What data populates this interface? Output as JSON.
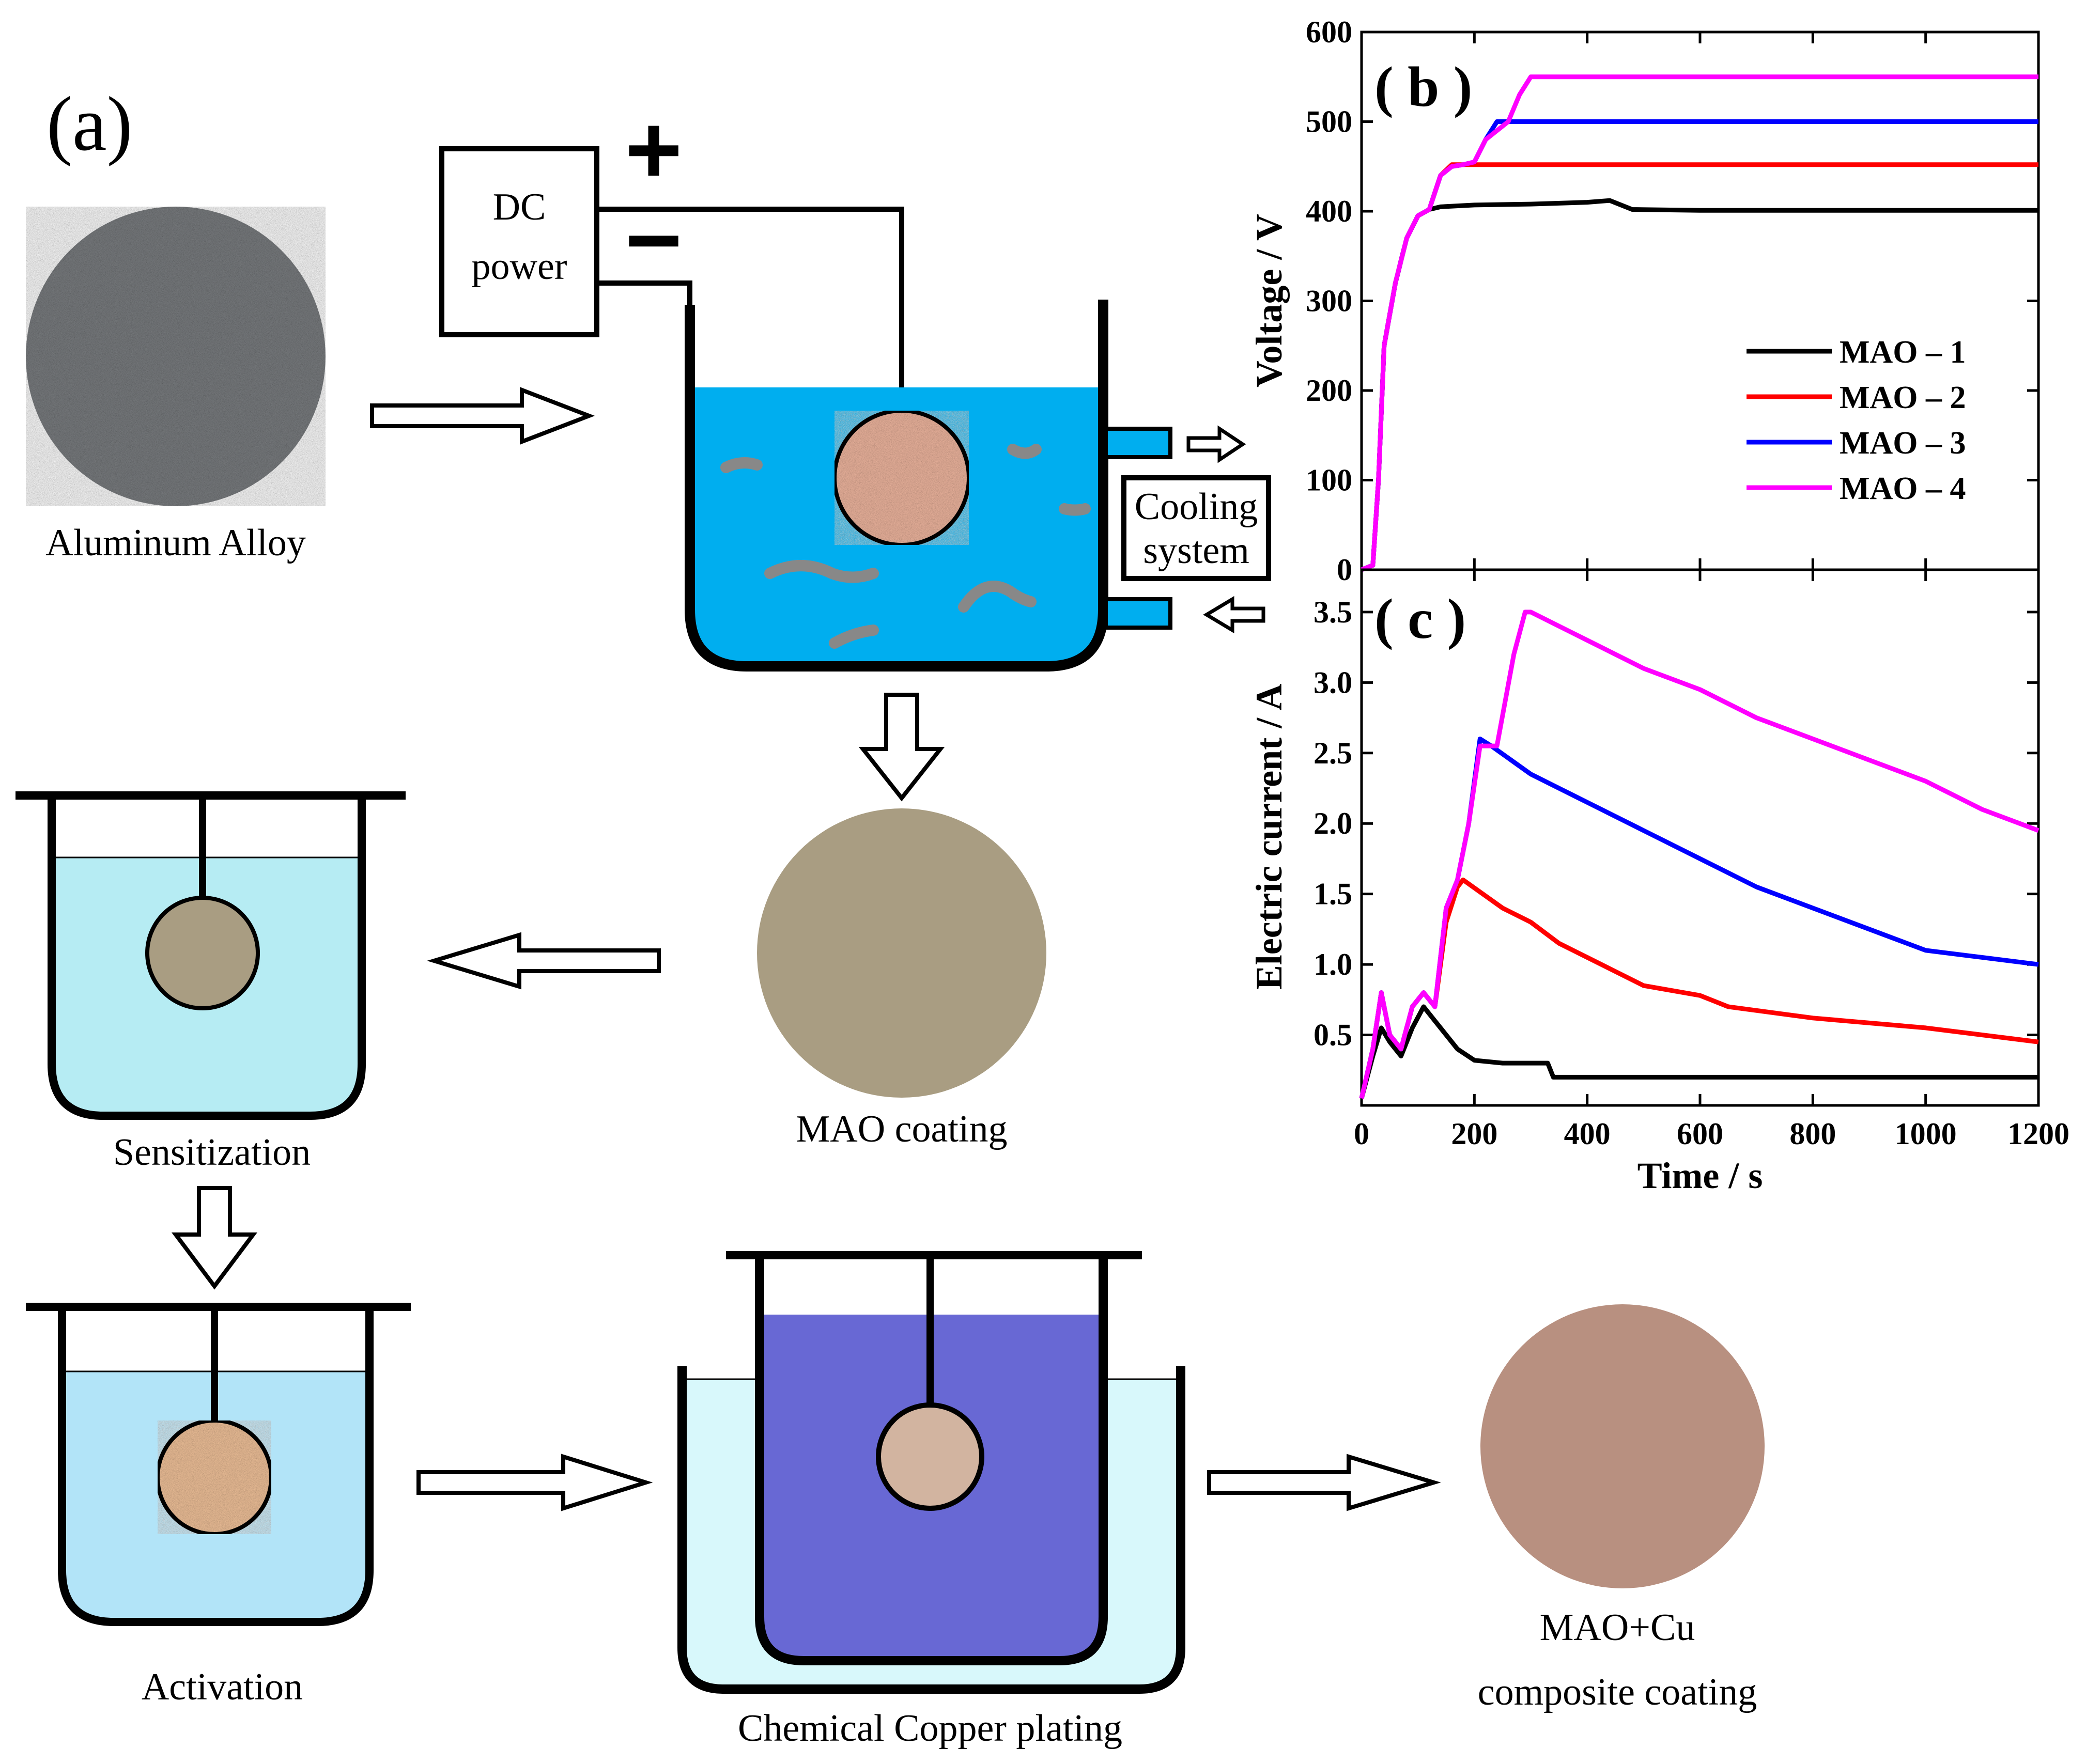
{
  "panel_labels": {
    "a": "(a)",
    "b": "( b )",
    "c": "( c )"
  },
  "process": {
    "substrate": "Aluminum Alloy",
    "power_line1": "DC",
    "power_line2": "power",
    "plus_sign": "+",
    "minus_sign": "−",
    "cooling_line1": "Cooling",
    "cooling_line2": "system",
    "mao_coating": "MAO coating",
    "sensitization": "Sensitization",
    "activation": "Activation",
    "copper_plating": "Chemical Copper plating",
    "composite_line1": "MAO+Cu",
    "composite_line2": "composite coating"
  },
  "colors": {
    "electrolyte": "#00aeef",
    "sensitization_bath": "#b6ecf3",
    "activation_bath": "#b2e4f8",
    "outer_bath": "#d8f8fb",
    "copper_bath": "#6868d4",
    "aluminum_disc": "#7a7d80",
    "mao_disc": "#a99d82",
    "composite_disc": "#b89080",
    "copper_sample": "#f0b7a0",
    "MAO-1": "#000000",
    "MAO-2": "#ff0000",
    "MAO-3": "#0000ff",
    "MAO-4": "#ff00ff"
  },
  "chart_data": [
    {
      "type": "line",
      "panel": "b",
      "title": "",
      "xlabel": "",
      "ylabel": "Voltage / V",
      "xlim": [
        0,
        1200
      ],
      "ylim": [
        0,
        600
      ],
      "yticks": [
        0,
        100,
        200,
        300,
        400,
        500,
        600
      ],
      "legend_position": "center-right",
      "series": [
        {
          "name": "MAO – 1",
          "x": [
            0,
            20,
            30,
            40,
            60,
            80,
            100,
            120,
            140,
            200,
            300,
            400,
            440,
            480,
            600,
            800,
            1000,
            1200
          ],
          "y": [
            0,
            5,
            100,
            250,
            320,
            370,
            395,
            402,
            405,
            407,
            408,
            410,
            412,
            402,
            401,
            401,
            401,
            401
          ]
        },
        {
          "name": "MAO – 2",
          "x": [
            0,
            20,
            30,
            40,
            60,
            80,
            100,
            120,
            140,
            160,
            200,
            400,
            600,
            800,
            1000,
            1200
          ],
          "y": [
            0,
            5,
            100,
            250,
            320,
            370,
            395,
            402,
            440,
            452,
            452,
            452,
            452,
            452,
            452,
            452
          ]
        },
        {
          "name": "MAO – 3",
          "x": [
            0,
            20,
            30,
            40,
            60,
            80,
            100,
            120,
            140,
            160,
            180,
            200,
            220,
            240,
            400,
            600,
            800,
            1000,
            1200
          ],
          "y": [
            0,
            5,
            100,
            250,
            320,
            370,
            395,
            402,
            440,
            450,
            452,
            455,
            480,
            500,
            500,
            500,
            500,
            500,
            500
          ]
        },
        {
          "name": "MAO – 4",
          "x": [
            0,
            20,
            30,
            40,
            60,
            80,
            100,
            120,
            140,
            160,
            180,
            200,
            220,
            260,
            280,
            300,
            400,
            600,
            800,
            1000,
            1200
          ],
          "y": [
            0,
            5,
            100,
            250,
            320,
            370,
            395,
            402,
            440,
            450,
            452,
            455,
            480,
            500,
            530,
            550,
            550,
            550,
            550,
            550,
            550
          ]
        }
      ]
    },
    {
      "type": "line",
      "panel": "c",
      "title": "",
      "xlabel": "Time / s",
      "ylabel": "Electric current / A",
      "xlim": [
        0,
        1200
      ],
      "ylim": [
        0,
        3.8
      ],
      "xticks": [
        0,
        200,
        400,
        600,
        800,
        1000,
        1200
      ],
      "yticks": [
        0.5,
        1.0,
        1.5,
        2.0,
        2.5,
        3.0,
        3.5
      ],
      "series": [
        {
          "name": "MAO – 1",
          "x": [
            0,
            20,
            35,
            50,
            70,
            90,
            110,
            130,
            150,
            170,
            200,
            250,
            330,
            340,
            500,
            700,
            900,
            1100,
            1200
          ],
          "y": [
            0.05,
            0.35,
            0.55,
            0.45,
            0.35,
            0.55,
            0.7,
            0.6,
            0.5,
            0.4,
            0.32,
            0.3,
            0.3,
            0.2,
            0.2,
            0.2,
            0.2,
            0.2,
            0.2
          ]
        },
        {
          "name": "MAO – 2",
          "x": [
            0,
            20,
            35,
            50,
            70,
            90,
            110,
            130,
            150,
            170,
            180,
            250,
            300,
            350,
            400,
            450,
            500,
            600,
            650,
            800,
            1000,
            1200
          ],
          "y": [
            0.05,
            0.4,
            0.8,
            0.5,
            0.4,
            0.7,
            0.8,
            0.7,
            1.3,
            1.55,
            1.6,
            1.4,
            1.3,
            1.15,
            1.05,
            0.95,
            0.85,
            0.78,
            0.7,
            0.62,
            0.55,
            0.45
          ]
        },
        {
          "name": "MAO – 3",
          "x": [
            0,
            20,
            35,
            50,
            70,
            90,
            110,
            130,
            150,
            170,
            190,
            210,
            230,
            300,
            400,
            500,
            600,
            700,
            800,
            900,
            1000,
            1100,
            1200
          ],
          "y": [
            0.05,
            0.4,
            0.8,
            0.5,
            0.4,
            0.7,
            0.8,
            0.7,
            1.4,
            1.6,
            2.0,
            2.6,
            2.55,
            2.35,
            2.15,
            1.95,
            1.75,
            1.55,
            1.4,
            1.25,
            1.1,
            1.05,
            1.0
          ]
        },
        {
          "name": "MAO – 4",
          "x": [
            0,
            20,
            35,
            50,
            70,
            90,
            110,
            130,
            150,
            170,
            190,
            210,
            240,
            270,
            290,
            300,
            400,
            500,
            600,
            700,
            800,
            900,
            1000,
            1100,
            1200
          ],
          "y": [
            0.05,
            0.4,
            0.8,
            0.5,
            0.4,
            0.7,
            0.8,
            0.7,
            1.4,
            1.6,
            2.0,
            2.55,
            2.55,
            3.2,
            3.5,
            3.5,
            3.3,
            3.1,
            2.95,
            2.75,
            2.6,
            2.45,
            2.3,
            2.1,
            1.95
          ]
        }
      ]
    }
  ]
}
